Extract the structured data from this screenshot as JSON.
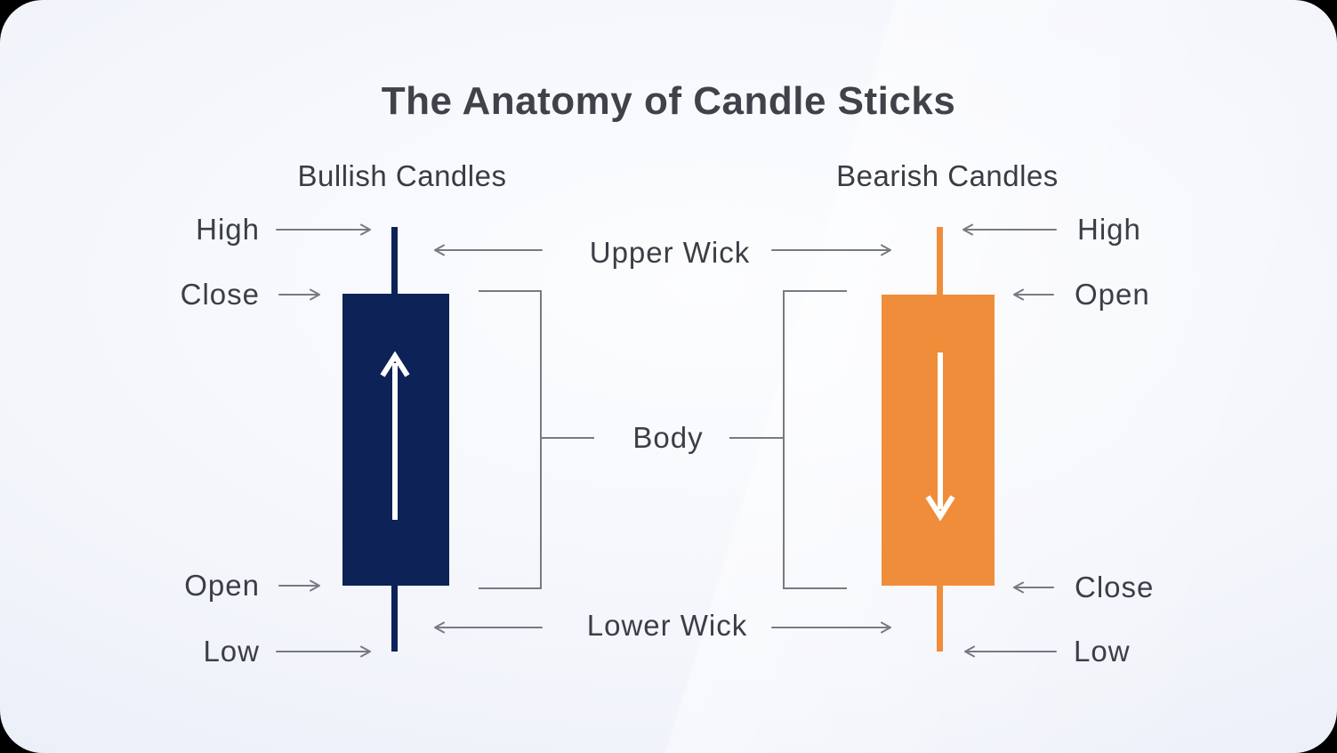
{
  "title": "The Anatomy of Candle Sticks",
  "bullish": {
    "heading": "Bullish Candles",
    "icon": "up-arrow-icon",
    "labels": {
      "high": "High",
      "close": "Close",
      "open": "Open",
      "low": "Low"
    }
  },
  "bearish": {
    "heading": "Bearish Candles",
    "icon": "down-arrow-icon",
    "labels": {
      "high": "High",
      "open": "Open",
      "close": "Close",
      "low": "Low"
    }
  },
  "anatomy": {
    "upper_wick": "Upper Wick",
    "body": "Body",
    "lower_wick": "Lower Wick"
  },
  "colors": {
    "bullish_candle": "#0d2257",
    "bearish_candle": "#f08d3a",
    "connector_line": "#767b83",
    "text": "#3a3f46",
    "panel_edge": "#e7ebf7",
    "panel_center": "#fcfdfe",
    "outside": "#000000",
    "inner_arrow": "#ffffff"
  }
}
